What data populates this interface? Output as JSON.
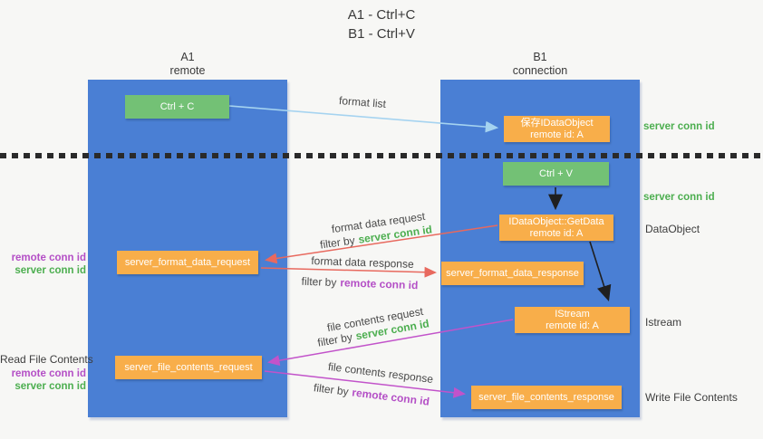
{
  "title": {
    "line1": "A1 - Ctrl+C",
    "line2": "B1 - Ctrl+V"
  },
  "columns": {
    "a1": {
      "name": "A1",
      "subtitle": "remote"
    },
    "b1": {
      "name": "B1",
      "subtitle": "connection"
    }
  },
  "nodes": {
    "ctrl_c": {
      "label": "Ctrl + C"
    },
    "ctrl_v": {
      "label": "Ctrl + V"
    },
    "save_idataobject": {
      "line1": "保存IDataObject",
      "line2": "remote id: A"
    },
    "getdata": {
      "line1": "IDataObject::GetData",
      "line2": "remote id: A"
    },
    "istream": {
      "line1": "IStream",
      "line2": "remote id: A"
    },
    "server_format_data_request": {
      "label": "server_format_data_request"
    },
    "server_format_data_response": {
      "label": "server_format_data_response"
    },
    "server_file_contents_request": {
      "label": "server_file_contents_request"
    },
    "server_file_contents_response": {
      "label": "server_file_contents_response"
    }
  },
  "arrow_labels": {
    "format_list": "format list",
    "format_data_request": "format data request",
    "format_data_response": "format data response",
    "file_contents_request": "file contents request",
    "file_contents_response": "file contents response",
    "filter_by": "filter by",
    "server_conn_id": "server conn id",
    "remote_conn_id": "remote conn id"
  },
  "side_labels": {
    "server_conn_id": "server conn id",
    "remote_conn_id": "remote conn id",
    "dataobject": "DataObject",
    "istream": "Istream",
    "read_file_contents": "Read File Contents",
    "write_file_contents": "Write File Contents"
  },
  "colors": {
    "column_blue": "#4a7fd4",
    "node_orange": "#f8ae4a",
    "node_green": "#73c175",
    "arrow_light_blue": "#a5d3f0",
    "arrow_red": "#e8695e",
    "arrow_magenta": "#c253ca",
    "arrow_black": "#1f1f1f",
    "label_green": "#4cae4f",
    "label_purple": "#b44fc6",
    "text_dark": "#3d3d3d"
  }
}
